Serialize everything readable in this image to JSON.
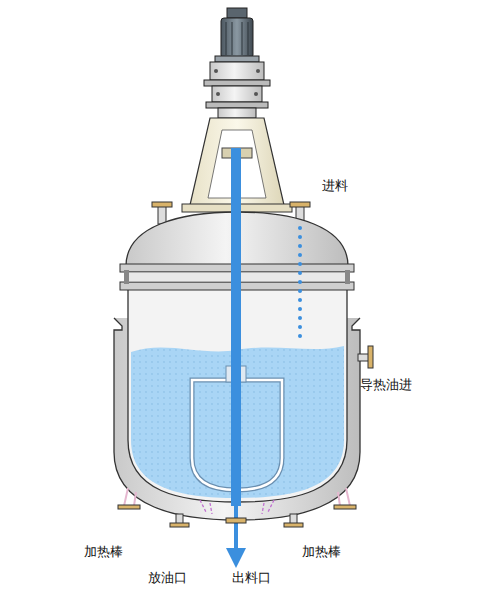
{
  "diagram": {
    "labels": [
      "进料",
      "导热油进",
      "加热棒",
      "加热棒",
      "放油口",
      "出料口"
    ]
  }
}
